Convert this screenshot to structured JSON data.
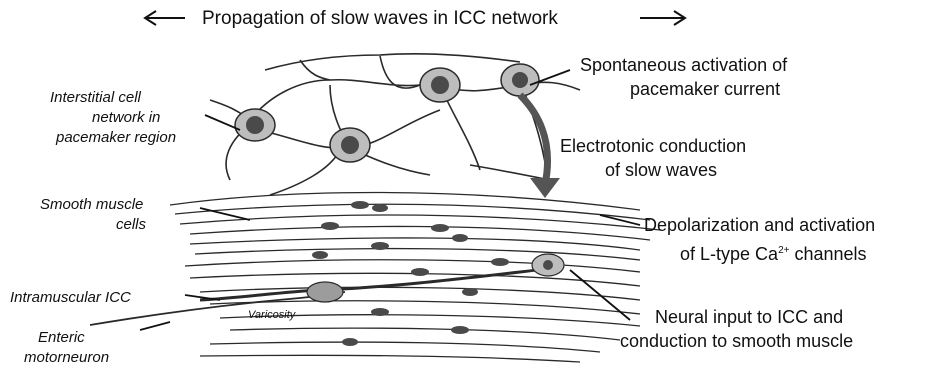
{
  "title": {
    "text": "Propagation of slow waves in ICC network",
    "arrow_left": "←",
    "arrow_right": "⟶"
  },
  "labels_left": {
    "interstitial_line1": "Interstitial cell",
    "interstitial_line2": "network in",
    "interstitial_line3": "pacemaker region",
    "smooth_line1": "Smooth muscle",
    "smooth_line2": "cells",
    "intramuscular": "Intramuscular ICC",
    "enteric_line1": "Enteric",
    "enteric_line2": "motorneuron"
  },
  "labels_right": {
    "spontaneous_line1": "Spontaneous activation of",
    "spontaneous_line2": "pacemaker current",
    "electrotonic_line1": "Electrotonic conduction",
    "electrotonic_line2": "of slow waves",
    "depolarization_line1": "Depolarization and activation",
    "depolarization_line2_prefix": "of L-type Ca",
    "depolarization_superscript": "2+",
    "depolarization_line2_suffix": " channels",
    "neural_line1": "Neural input to ICC and",
    "neural_line2": "conduction to smooth muscle"
  },
  "inset": {
    "varicosity": "Varicosity"
  },
  "colors": {
    "ink": "#111111",
    "cell_fill": "#bdbdbd",
    "cell_stroke": "#2a2a2a",
    "nucleus": "#4a4a4a"
  }
}
